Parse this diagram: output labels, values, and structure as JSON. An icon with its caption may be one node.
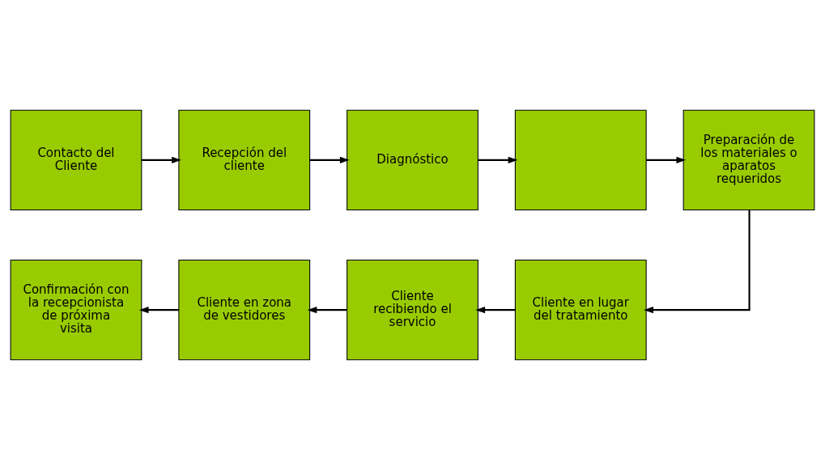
{
  "diagram": {
    "nodes": [
      {
        "text": [
          "Contacto del Cliente"
        ]
      },
      {
        "text": [
          "Recepción del cliente"
        ]
      },
      {
        "text": [
          "Diagnóstico"
        ]
      },
      {
        "text": [],
        "shape": "box"
      },
      {
        "text": [
          "Preparación de los materiales o aparatos requeridos"
        ]
      },
      {
        "text": [
          "Cliente en lugar del tratamiento"
        ]
      },
      {
        "text": [
          "Cliente recibiendo el servicio"
        ]
      },
      {
        "text": [
          "Cliente en zona de vestidores"
        ]
      },
      {
        "text": [
          "Confirmación con la recepcionista de próxima visita"
        ]
      }
    ],
    "edges": [
      {
        "from": 0,
        "to": 1,
        "arrow": "to"
      },
      {
        "from": 1,
        "to": 2,
        "arrow": "to"
      },
      {
        "from": 2,
        "to": 3,
        "arrow": "to"
      },
      {
        "from": 3,
        "to": 4,
        "arrow": "to"
      },
      {
        "from": 4,
        "to": 5,
        "arrow": "to"
      },
      {
        "from": 5,
        "to": 6,
        "arrow": "to"
      },
      {
        "from": 6,
        "to": 7,
        "arrow": "to"
      },
      {
        "from": 7,
        "to": 8,
        "arrow": "to"
      }
    ]
  }
}
